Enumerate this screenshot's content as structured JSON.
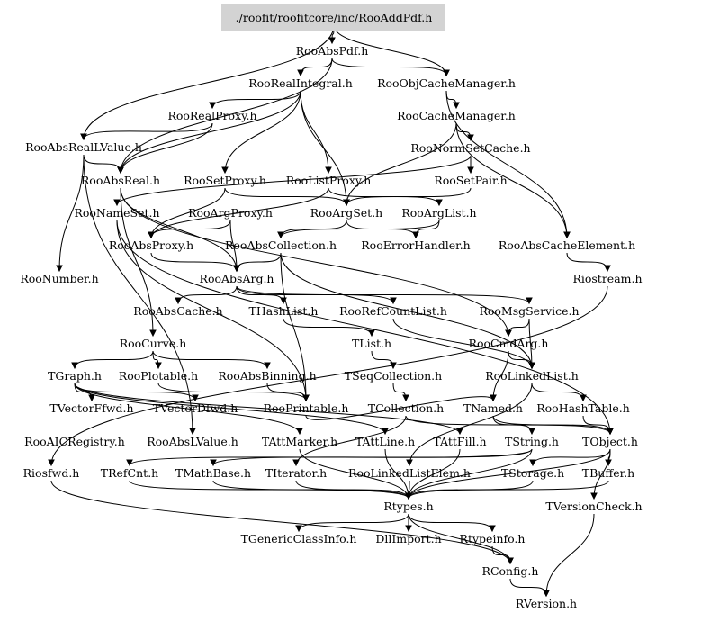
{
  "diagram": {
    "title": "Include dependency graph for RooAddPdf.h",
    "root": "./roofit/roofitcore/inc/RooAddPdf.h",
    "colors": {
      "root_fill": "#d3d3d3",
      "edge": "#000000",
      "text": "#000000",
      "background": "#ffffff"
    },
    "nodes": [
      {
        "id": "root",
        "label": "./roofit/roofitcore/inc/RooAddPdf.h"
      },
      {
        "id": "RooAbsPdf",
        "label": "RooAbsPdf.h"
      },
      {
        "id": "RooRealIntegral",
        "label": "RooRealIntegral.h"
      },
      {
        "id": "RooObjCacheManager",
        "label": "RooObjCacheManager.h"
      },
      {
        "id": "RooRealProxy",
        "label": "RooRealProxy.h"
      },
      {
        "id": "RooCacheManager",
        "label": "RooCacheManager.h"
      },
      {
        "id": "RooAbsRealLValue",
        "label": "RooAbsRealLValue.h"
      },
      {
        "id": "RooNormSetCache",
        "label": "RooNormSetCache.h"
      },
      {
        "id": "RooAbsReal",
        "label": "RooAbsReal.h"
      },
      {
        "id": "RooSetProxy",
        "label": "RooSetProxy.h"
      },
      {
        "id": "RooListProxy",
        "label": "RooListProxy.h"
      },
      {
        "id": "RooSetPair",
        "label": "RooSetPair.h"
      },
      {
        "id": "RooNameSet",
        "label": "RooNameSet.h"
      },
      {
        "id": "RooArgProxy",
        "label": "RooArgProxy.h"
      },
      {
        "id": "RooArgSet",
        "label": "RooArgSet.h"
      },
      {
        "id": "RooArgList",
        "label": "RooArgList.h"
      },
      {
        "id": "RooAbsProxy",
        "label": "RooAbsProxy.h"
      },
      {
        "id": "RooAbsCollection",
        "label": "RooAbsCollection.h"
      },
      {
        "id": "RooErrorHandler",
        "label": "RooErrorHandler.h"
      },
      {
        "id": "RooAbsCacheElement",
        "label": "RooAbsCacheElement.h"
      },
      {
        "id": "RooNumber",
        "label": "RooNumber.h"
      },
      {
        "id": "RooAbsArg",
        "label": "RooAbsArg.h"
      },
      {
        "id": "Riostream",
        "label": "Riostream.h"
      },
      {
        "id": "RooAbsCache",
        "label": "RooAbsCache.h"
      },
      {
        "id": "THashList",
        "label": "THashList.h"
      },
      {
        "id": "RooRefCountList",
        "label": "RooRefCountList.h"
      },
      {
        "id": "RooMsgService",
        "label": "RooMsgService.h"
      },
      {
        "id": "RooCurve",
        "label": "RooCurve.h"
      },
      {
        "id": "TList",
        "label": "TList.h"
      },
      {
        "id": "RooCmdArg",
        "label": "RooCmdArg.h"
      },
      {
        "id": "TGraph",
        "label": "TGraph.h"
      },
      {
        "id": "RooPlotable",
        "label": "RooPlotable.h"
      },
      {
        "id": "RooAbsBinning",
        "label": "RooAbsBinning.h"
      },
      {
        "id": "TSeqCollection",
        "label": "TSeqCollection.h"
      },
      {
        "id": "RooLinkedList",
        "label": "RooLinkedList.h"
      },
      {
        "id": "TVectorFfwd",
        "label": "TVectorFfwd.h"
      },
      {
        "id": "TVectorDfwd",
        "label": "TVectorDfwd.h"
      },
      {
        "id": "RooPrintable",
        "label": "RooPrintable.h"
      },
      {
        "id": "TCollection",
        "label": "TCollection.h"
      },
      {
        "id": "TNamed",
        "label": "TNamed.h"
      },
      {
        "id": "RooHashTable",
        "label": "RooHashTable.h"
      },
      {
        "id": "RooAICRegistry",
        "label": "RooAICRegistry.h"
      },
      {
        "id": "RooAbsLValue",
        "label": "RooAbsLValue.h"
      },
      {
        "id": "TAttMarker",
        "label": "TAttMarker.h"
      },
      {
        "id": "TAttLine",
        "label": "TAttLine.h"
      },
      {
        "id": "TAttFill",
        "label": "TAttFill.h"
      },
      {
        "id": "TString",
        "label": "TString.h"
      },
      {
        "id": "TObject",
        "label": "TObject.h"
      },
      {
        "id": "Riosfwd",
        "label": "Riosfwd.h"
      },
      {
        "id": "TRefCnt",
        "label": "TRefCnt.h"
      },
      {
        "id": "TMathBase",
        "label": "TMathBase.h"
      },
      {
        "id": "TIterator",
        "label": "TIterator.h"
      },
      {
        "id": "RooLinkedListElem",
        "label": "RooLinkedListElem.h"
      },
      {
        "id": "TStorage",
        "label": "TStorage.h"
      },
      {
        "id": "TBuffer",
        "label": "TBuffer.h"
      },
      {
        "id": "Rtypes",
        "label": "Rtypes.h"
      },
      {
        "id": "TVersionCheck",
        "label": "TVersionCheck.h"
      },
      {
        "id": "TGenericClassInfo",
        "label": "TGenericClassInfo.h"
      },
      {
        "id": "DllImport",
        "label": "DllImport.h"
      },
      {
        "id": "Rtypeinfo",
        "label": "Rtypeinfo.h"
      },
      {
        "id": "RConfig",
        "label": "RConfig.h"
      },
      {
        "id": "RVersion",
        "label": "RVersion.h"
      }
    ],
    "edges": [
      [
        "root",
        "RooAbsPdf"
      ],
      [
        "root",
        "RooObjCacheManager"
      ],
      [
        "root",
        "RooAbsRealLValue"
      ],
      [
        "RooAbsPdf",
        "RooRealIntegral"
      ],
      [
        "RooAbsPdf",
        "RooObjCacheManager"
      ],
      [
        "RooAbsPdf",
        "RooAbsReal"
      ],
      [
        "RooRealIntegral",
        "RooRealProxy"
      ],
      [
        "RooRealIntegral",
        "RooAbsReal"
      ],
      [
        "RooRealIntegral",
        "RooSetProxy"
      ],
      [
        "RooRealIntegral",
        "RooListProxy"
      ],
      [
        "RooRealIntegral",
        "RooArgSet"
      ],
      [
        "RooObjCacheManager",
        "RooCacheManager"
      ],
      [
        "RooObjCacheManager",
        "RooAbsCacheElement"
      ],
      [
        "RooRealProxy",
        "RooAbsRealLValue"
      ],
      [
        "RooRealProxy",
        "RooAbsReal"
      ],
      [
        "RooCacheManager",
        "RooNormSetCache"
      ],
      [
        "RooCacheManager",
        "RooAbsCacheElement"
      ],
      [
        "RooCacheManager",
        "RooArgSet"
      ],
      [
        "RooNormSetCache",
        "RooSetPair"
      ],
      [
        "RooNormSetCache",
        "RooNameSet"
      ],
      [
        "RooSetPair",
        "RooArgSet"
      ],
      [
        "RooAbsRealLValue",
        "RooAbsReal"
      ],
      [
        "RooAbsRealLValue",
        "RooNumber"
      ],
      [
        "RooAbsRealLValue",
        "RooAbsLValue"
      ],
      [
        "RooAbsReal",
        "RooAbsArg"
      ],
      [
        "RooAbsReal",
        "RooCmdArg"
      ],
      [
        "RooAbsReal",
        "RooCurve"
      ],
      [
        "RooSetProxy",
        "RooAbsProxy"
      ],
      [
        "RooSetProxy",
        "RooArgSet"
      ],
      [
        "RooListProxy",
        "RooAbsProxy"
      ],
      [
        "RooListProxy",
        "RooArgList"
      ],
      [
        "RooArgProxy",
        "RooAbsProxy"
      ],
      [
        "RooArgProxy",
        "RooAbsArg"
      ],
      [
        "RooArgSet",
        "RooAbsCollection"
      ],
      [
        "RooArgSet",
        "RooErrorHandler"
      ],
      [
        "RooArgList",
        "RooAbsCollection"
      ],
      [
        "RooArgList",
        "RooErrorHandler"
      ],
      [
        "RooAbsProxy",
        "RooAbsArg"
      ],
      [
        "RooAbsCollection",
        "RooAbsArg"
      ],
      [
        "RooAbsCollection",
        "RooPrintable"
      ],
      [
        "RooAbsCollection",
        "RooLinkedList"
      ],
      [
        "RooNameSet",
        "TObject"
      ],
      [
        "RooNameSet",
        "RooPrintable"
      ],
      [
        "RooAbsArg",
        "RooAbsCache"
      ],
      [
        "RooAbsArg",
        "THashList"
      ],
      [
        "RooAbsArg",
        "RooRefCountList"
      ],
      [
        "RooAbsArg",
        "RooMsgService"
      ],
      [
        "RooAbsCacheElement",
        "Riostream"
      ],
      [
        "Riostream",
        "Riosfwd"
      ],
      [
        "THashList",
        "TList"
      ],
      [
        "RooRefCountList",
        "RooLinkedList"
      ],
      [
        "RooMsgService",
        "RooCmdArg"
      ],
      [
        "RooMsgService",
        "RooLinkedList"
      ],
      [
        "RooCurve",
        "TGraph"
      ],
      [
        "RooCurve",
        "RooPlotable"
      ],
      [
        "RooCurve",
        "RooAbsBinning"
      ],
      [
        "TList",
        "TSeqCollection"
      ],
      [
        "TSeqCollection",
        "TCollection"
      ],
      [
        "RooCmdArg",
        "TNamed"
      ],
      [
        "RooCmdArg",
        "RooLinkedList"
      ],
      [
        "TGraph",
        "TVectorFfwd"
      ],
      [
        "TGraph",
        "TVectorDfwd"
      ],
      [
        "TGraph",
        "TAttLine"
      ],
      [
        "TGraph",
        "TAttFill"
      ],
      [
        "TGraph",
        "TAttMarker"
      ],
      [
        "RooPlotable",
        "RooPrintable"
      ],
      [
        "RooAbsBinning",
        "RooPrintable"
      ],
      [
        "RooLinkedList",
        "RooHashTable"
      ],
      [
        "RooLinkedList",
        "RooLinkedListElem"
      ],
      [
        "RooPrintable",
        "TNamed"
      ],
      [
        "TCollection",
        "TObject"
      ],
      [
        "TCollection",
        "TIterator"
      ],
      [
        "TNamed",
        "TString"
      ],
      [
        "TNamed",
        "TObject"
      ],
      [
        "RooHashTable",
        "TObject"
      ],
      [
        "TAttMarker",
        "Rtypes"
      ],
      [
        "TAttLine",
        "Rtypes"
      ],
      [
        "TAttFill",
        "Rtypes"
      ],
      [
        "TString",
        "TRefCnt"
      ],
      [
        "TString",
        "TMathBase"
      ],
      [
        "TString",
        "Rtypes"
      ],
      [
        "TObject",
        "TBuffer"
      ],
      [
        "TObject",
        "TStorage"
      ],
      [
        "TObject",
        "Rtypes"
      ],
      [
        "TObject",
        "TVersionCheck"
      ],
      [
        "TRefCnt",
        "Rtypes"
      ],
      [
        "TMathBase",
        "Rtypes"
      ],
      [
        "TIterator",
        "Rtypes"
      ],
      [
        "RooLinkedListElem",
        "Rtypes"
      ],
      [
        "TStorage",
        "Rtypes"
      ],
      [
        "TBuffer",
        "Rtypes"
      ],
      [
        "Riosfwd",
        "RConfig"
      ],
      [
        "Rtypes",
        "TGenericClassInfo"
      ],
      [
        "Rtypes",
        "DllImport"
      ],
      [
        "Rtypes",
        "Rtypeinfo"
      ],
      [
        "Rtypes",
        "RConfig"
      ],
      [
        "Rtypeinfo",
        "RConfig"
      ],
      [
        "TVersionCheck",
        "RVersion"
      ],
      [
        "RConfig",
        "RVersion"
      ]
    ]
  }
}
